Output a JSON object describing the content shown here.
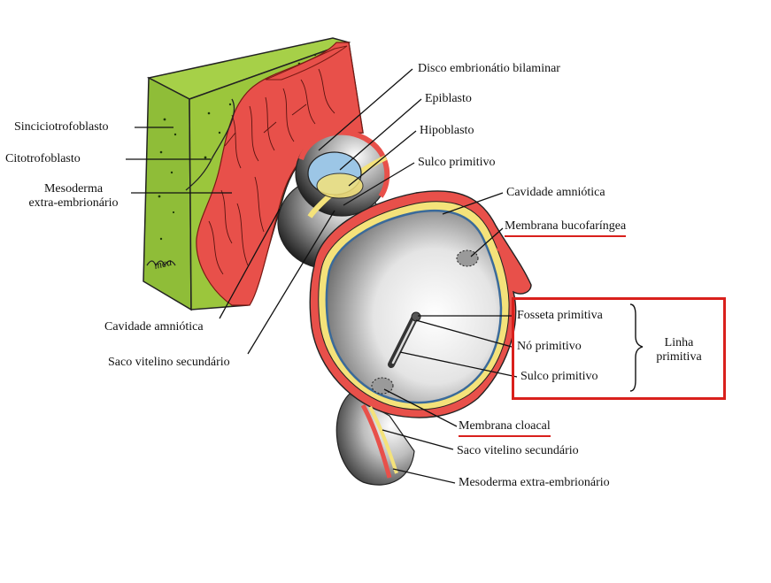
{
  "labels": {
    "sinciciotrofoblasto": "Sinciciotrofoblasto",
    "citotrofoblasto": "Citotrofoblasto",
    "mesoderma_line1": "Mesoderma",
    "mesoderma_line2": "extra-embrionário",
    "cavidade_amniotica_left": "Cavidade amniótica",
    "saco_vitelino_left": "Saco vitelino secundário",
    "disco_embrionario": "Disco embrionátio bilaminar",
    "epiblasto": "Epiblasto",
    "hipoblasto": "Hipoblasto",
    "sulco_primitivo_top": "Sulco primitivo",
    "cavidade_amniotica_right": "Cavidade amniótica",
    "membrana_bucofaringea": "Membrana bucofaríngea",
    "fosseta_primitiva": "Fosseta primitiva",
    "no_primitivo": "Nó primitivo",
    "sulco_primitivo_box": "Sulco primitivo",
    "linha_line1": "Linha",
    "linha_line2": "primitiva",
    "membrana_cloacal": "Membrana cloacal",
    "saco_vitelino_right": "Saco vitelino secundário",
    "mesoderma_bottom": "Mesoderma extra-embrionário",
    "signature": "mca"
  },
  "colors": {
    "trophoblast_green": "#9bc63c",
    "mesoderm_red": "#e8504a",
    "epiblast_blue": "#9cc6e6",
    "hypoblast_yellow": "#f4e27a",
    "highlight_red": "#d9201c"
  }
}
